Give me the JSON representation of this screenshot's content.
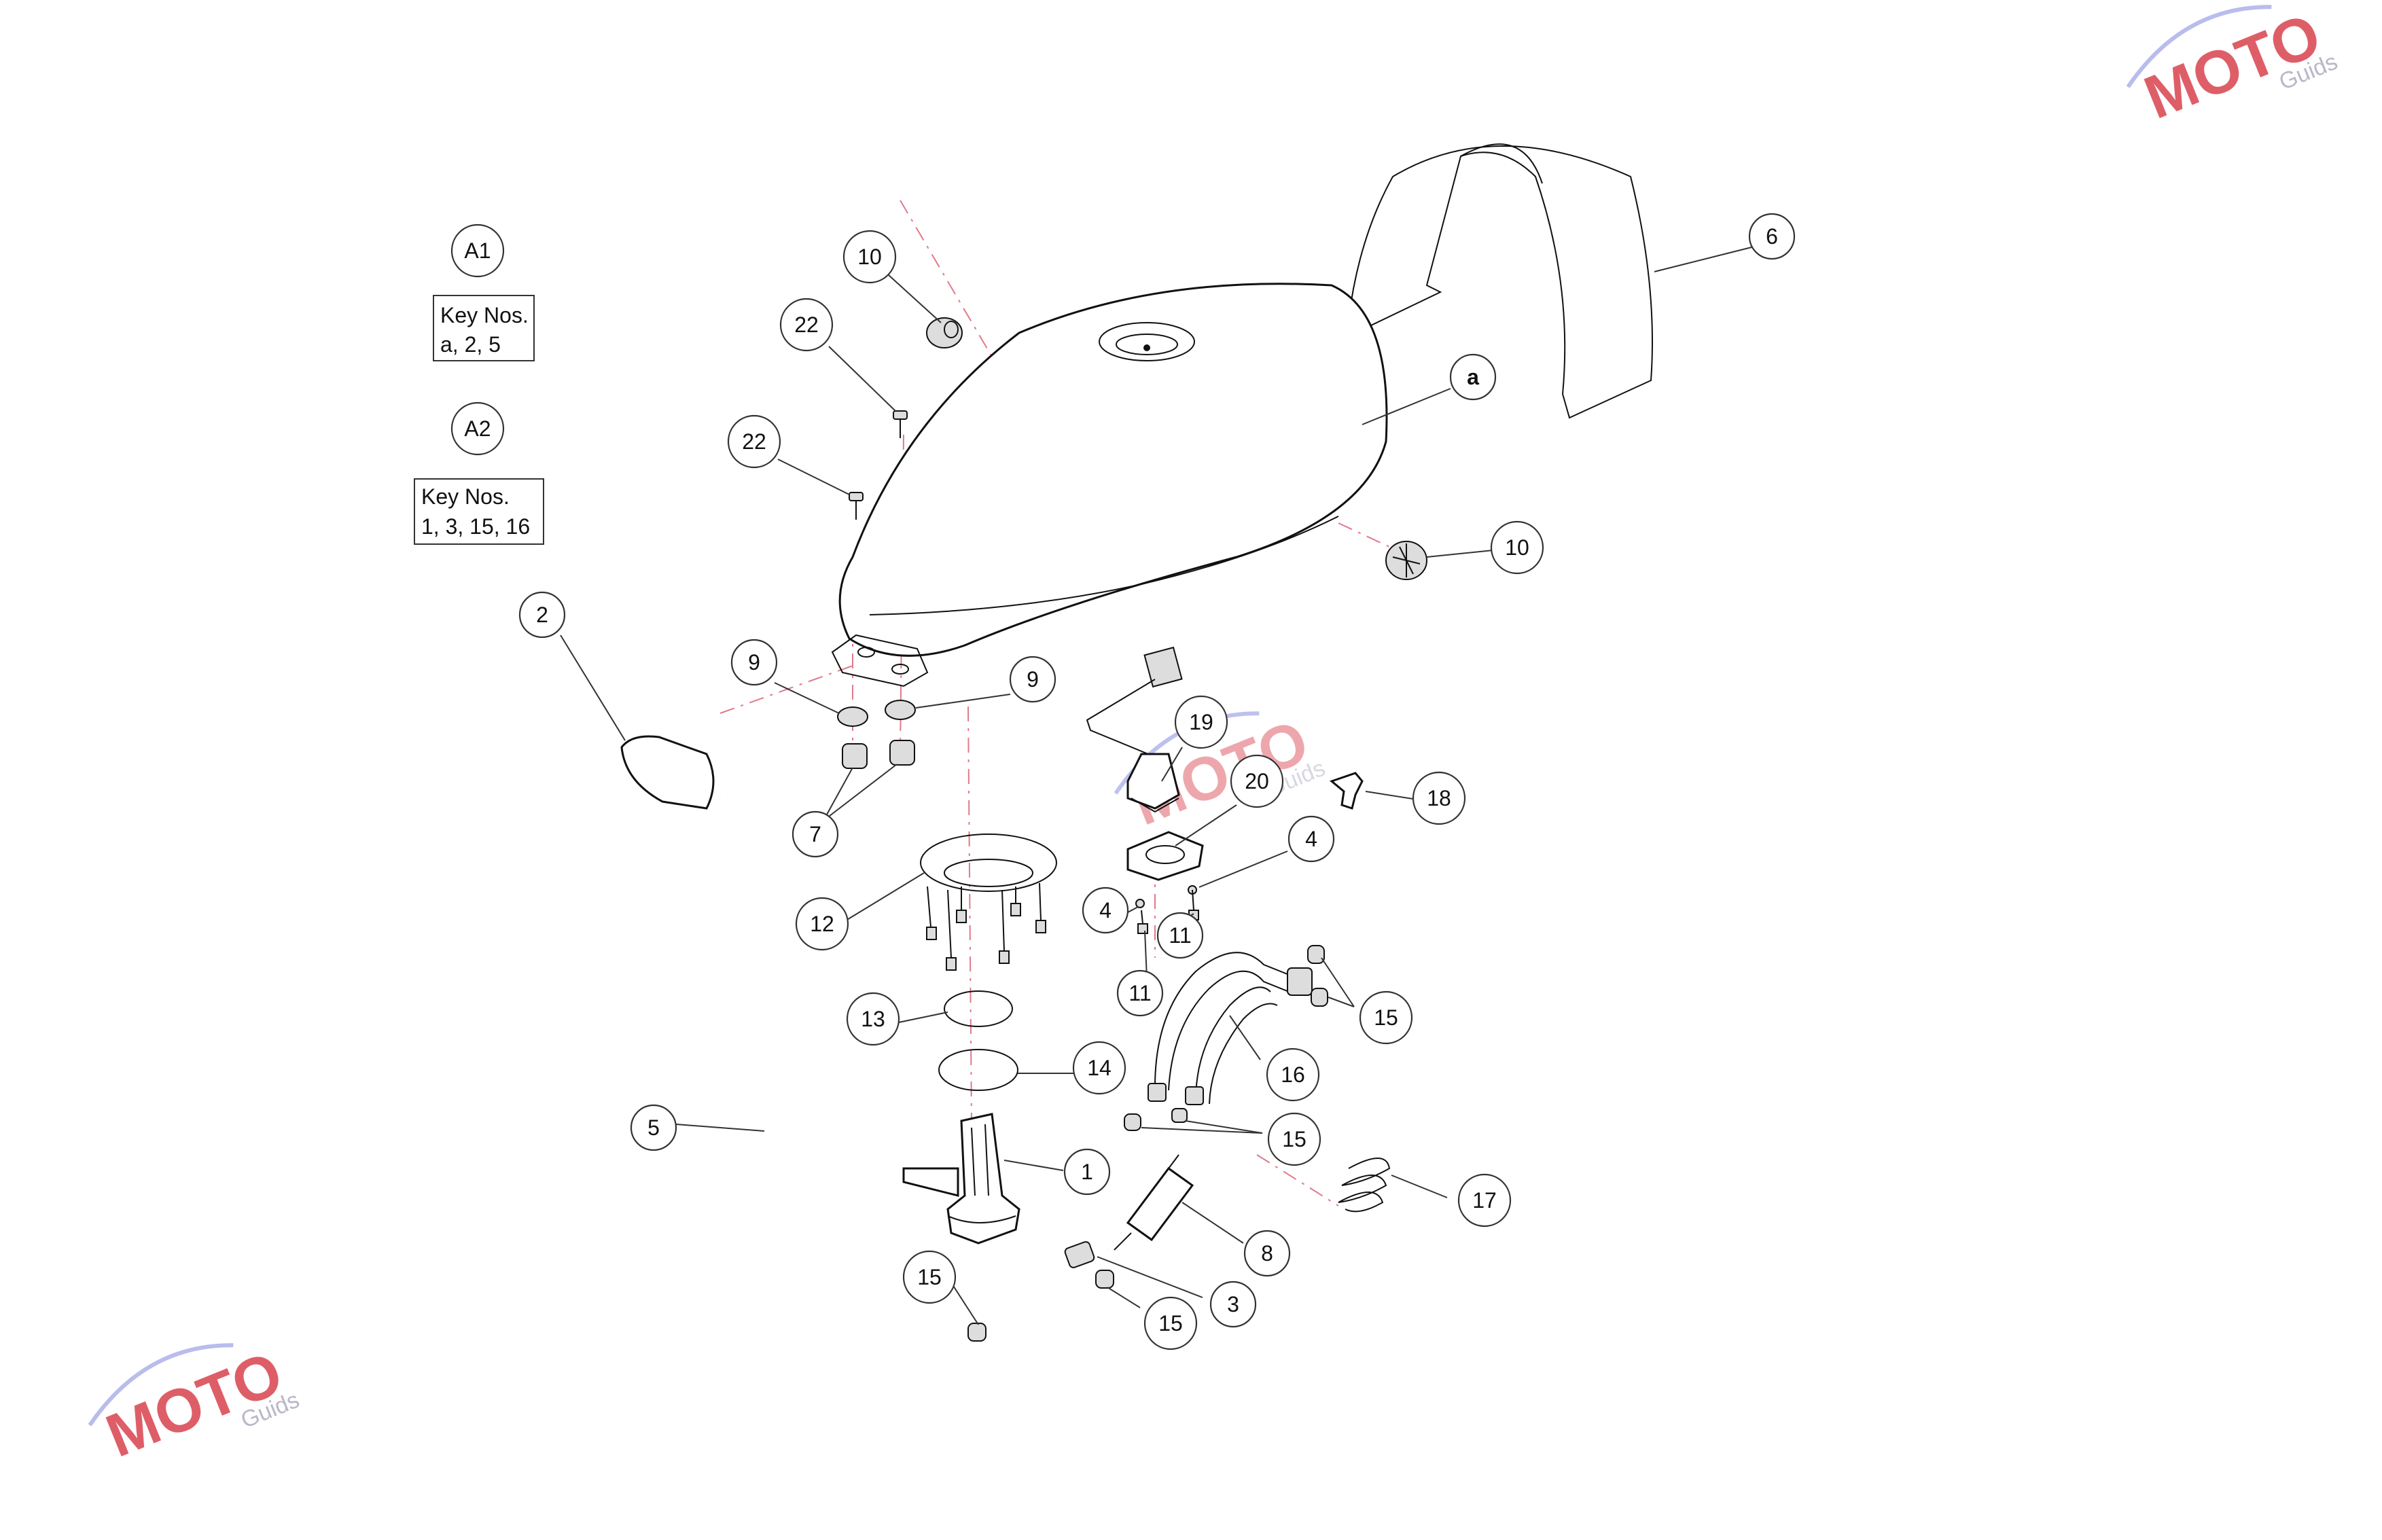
{
  "key_groups": [
    {
      "id": "A1",
      "heading": "Key Nos.",
      "items": "a, 2, 5"
    },
    {
      "id": "A2",
      "heading": "Key Nos.",
      "items": "1, 3, 15, 16"
    }
  ],
  "callouts": {
    "c_10_top": "10",
    "c_22_top": "22",
    "c_22_low": "22",
    "c_6": "6",
    "c_a": "a",
    "c_10_right": "10",
    "c_2": "2",
    "c_9_left": "9",
    "c_9_right": "9",
    "c_7": "7",
    "c_19": "19",
    "c_20": "20",
    "c_18": "18",
    "c_4_right": "4",
    "c_4_left": "4",
    "c_11_right": "11",
    "c_11_left": "11",
    "c_12": "12",
    "c_13": "13",
    "c_14": "14",
    "c_15_right": "15",
    "c_16": "16",
    "c_15_mid": "15",
    "c_5": "5",
    "c_1": "1",
    "c_17": "17",
    "c_8": "8",
    "c_3": "3",
    "c_15_left": "15",
    "c_15_bottom": "15"
  },
  "watermark": {
    "brand": "MOTO",
    "sub": "Guids"
  },
  "colors": {
    "line": "#111111",
    "axis": "#e07a8a",
    "watermark_red": "#d9434e",
    "watermark_blue": "#8a8fe0"
  }
}
